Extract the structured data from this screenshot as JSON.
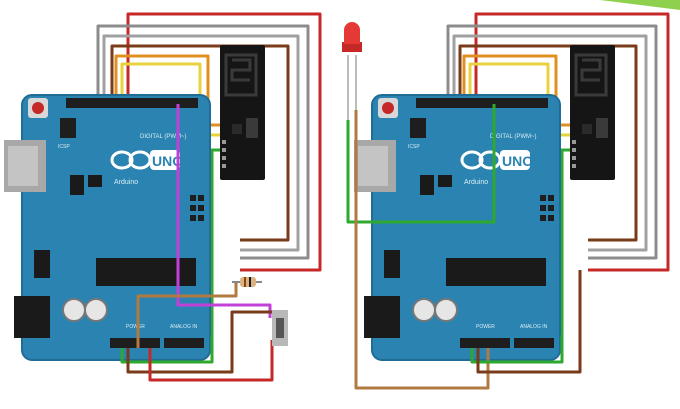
{
  "boards": [
    {
      "logo": "UNO",
      "brand": "Arduino",
      "digital_label": "DIGITAL (PWM~)",
      "power_label": "POWER",
      "analog_label": "ANALOG IN",
      "icsp_label": "ICSP"
    },
    {
      "logo": "UNO",
      "brand": "Arduino",
      "digital_label": "DIGITAL (PWM~)",
      "power_label": "POWER",
      "analog_label": "ANALOG IN",
      "icsp_label": "ICSP"
    }
  ],
  "colors": {
    "board": "#2a83b0",
    "board_dark": "#1f6d95",
    "header": "#1e1e1e",
    "module": "#151515",
    "wire_red": "#c62828",
    "wire_gray": "#8c8c8c",
    "wire_brown": "#7a3b1a",
    "wire_orange": "#e09020",
    "wire_yellow": "#e8d33c",
    "wire_green": "#2ea82e",
    "wire_purple": "#c040d8",
    "wire_tan": "#b07a40",
    "led": "#e53935",
    "accent": "#8fd14f"
  },
  "icons": [
    "arduino-uno-board",
    "nrf24l01-module",
    "led-icon",
    "push-button-icon",
    "resistor-icon",
    "usb-port-icon",
    "power-jack-icon"
  ]
}
